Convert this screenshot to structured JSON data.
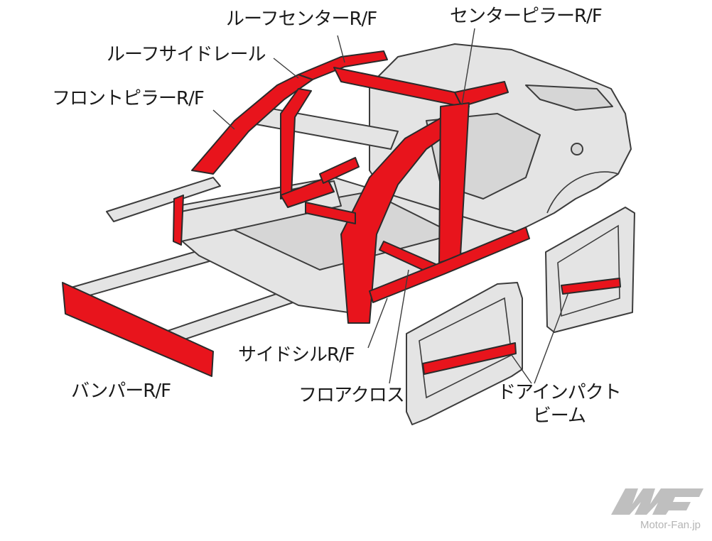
{
  "labels": {
    "roof_center_rf": "ルーフセンターR/F",
    "center_pillar_rf": "センターピラーR/F",
    "roof_side_rail": "ルーフサイドレール",
    "front_pillar_rf": "フロントピラーR/F",
    "side_sill_rf": "サイドシルR/F",
    "floor_cross": "フロアクロス",
    "bumper_rf": "バンパーR/F",
    "door_impact_beam_line1": "ドアインパクト",
    "door_impact_beam_line2": "ビーム"
  },
  "watermark": {
    "site": "Motor-Fan.jp"
  },
  "colors": {
    "reinforcement": "#e8141c",
    "body_gray": "#e4e4e4",
    "outline": "#3c3c3c"
  }
}
